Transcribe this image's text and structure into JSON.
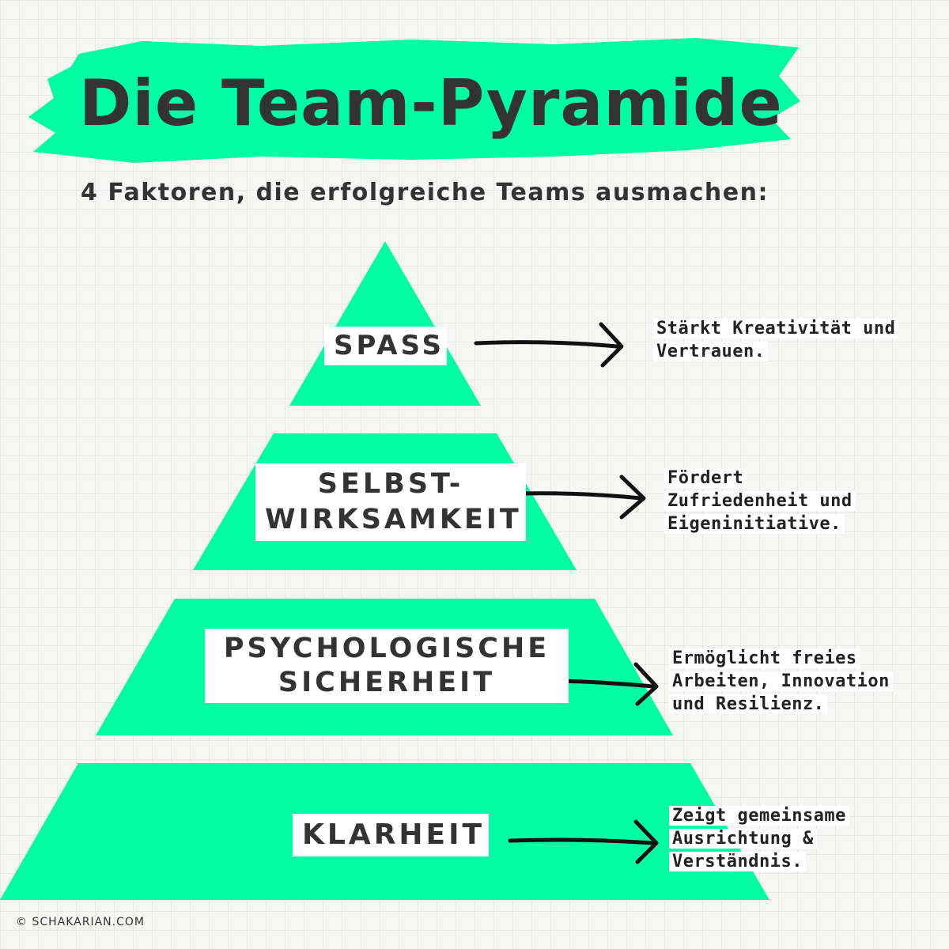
{
  "title": "Die Team-Pyramide",
  "subtitle": "4 Faktoren, die erfolgreiche Teams ausmachen:",
  "colors": {
    "accent": "#00fca4",
    "text": "#333333"
  },
  "levels": [
    {
      "label": "SPASS",
      "description": "Stärkt Kreativität und Vertrauen."
    },
    {
      "label": "SELBST-\nWIRKSAMKEIT",
      "description": "Fördert Zufriedenheit und Eigeninitiative."
    },
    {
      "label": "PSYCHOLOGISCHE\nSICHERHEIT",
      "description": "Ermöglicht freies Arbeiten, Innovation und Resilienz."
    },
    {
      "label": "KLARHEIT",
      "description": "Zeigt gemeinsame Ausrichtung & Verständnis."
    }
  ],
  "footer": "© SCHAKARIAN.COM"
}
